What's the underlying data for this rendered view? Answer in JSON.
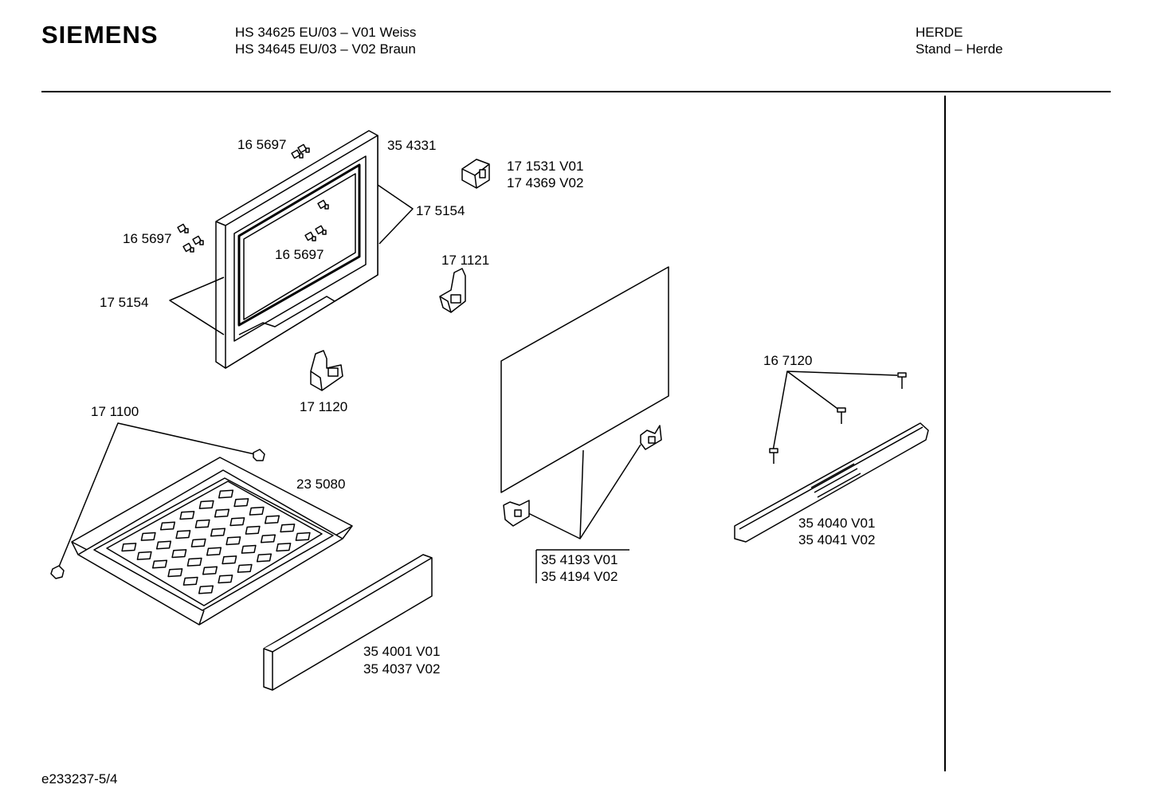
{
  "header": {
    "brand": "SIEMENS",
    "models": [
      "HS 34625 EU/03 – V01 Weiss",
      "HS 34645 EU/03 – V02 Braun"
    ],
    "category": [
      "HERDE",
      "Stand – Herde"
    ]
  },
  "parts": {
    "screws_top": "16 5697",
    "frame": "35 4331",
    "hinge_upper": [
      "17 1531 V01",
      "17 4369 V02"
    ],
    "clip_right": "17 5154",
    "screws_left": "16 5697",
    "screws_center": "16 5697",
    "clip_left": "17 5154",
    "hinge_right": "17 1121",
    "hinge_left": "17 1120",
    "feet": "17 1100",
    "tray": "23 5080",
    "front_panel": [
      "35 4001 V01",
      "35 4037 V02"
    ],
    "glass_holder": [
      "35 4193 V01",
      "35 4194 V02"
    ],
    "screws_handle": "16 7120",
    "handle": [
      "35 4040 V01",
      "35 4041 V02"
    ]
  },
  "footer": {
    "drawing_id": "e233237-5/4"
  }
}
